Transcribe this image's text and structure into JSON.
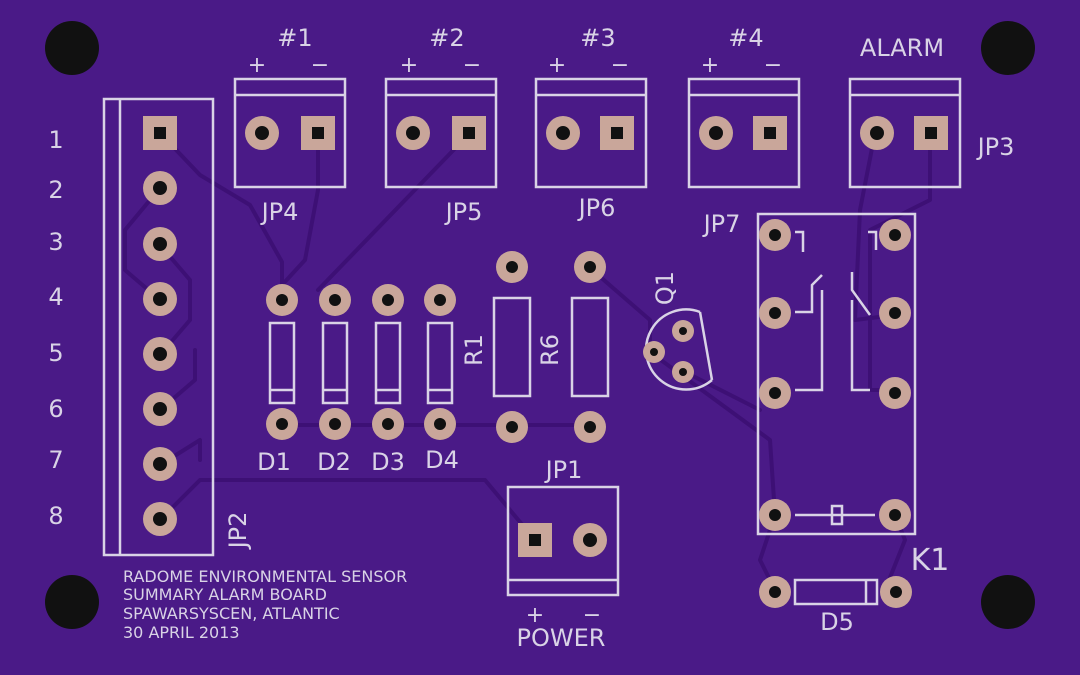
{
  "board": {
    "colors": {
      "board": "#4a1a87",
      "silkscreen": "#d9d3e6",
      "pad": "#c9a69a",
      "trace": "#3d1075",
      "hole": "#111111"
    },
    "connector_labels": [
      "#1",
      "#2",
      "#3",
      "#4",
      "ALARM"
    ],
    "polarity_plus": "+",
    "polarity_minus": "−",
    "jumper_names": [
      "JP4",
      "JP5",
      "JP6",
      "JP7",
      "JP3"
    ],
    "pin_numbers": [
      "1",
      "2",
      "3",
      "4",
      "5",
      "6",
      "7",
      "8"
    ],
    "jp2_label": "JP2",
    "diode_labels": [
      "D1",
      "D2",
      "D3",
      "D4"
    ],
    "r1_label": "R1",
    "r6_label": "R6",
    "q1_label": "Q1",
    "jp1_label": "JP1",
    "power_label": "POWER",
    "relay_label": "K1",
    "d5_label": "D5",
    "title_lines": [
      "RADOME ENVIRONMENTAL SENSOR",
      "SUMMARY ALARM BOARD",
      "SPAWARSYSCEN, ATLANTIC",
      "30 APRIL 2013"
    ]
  }
}
